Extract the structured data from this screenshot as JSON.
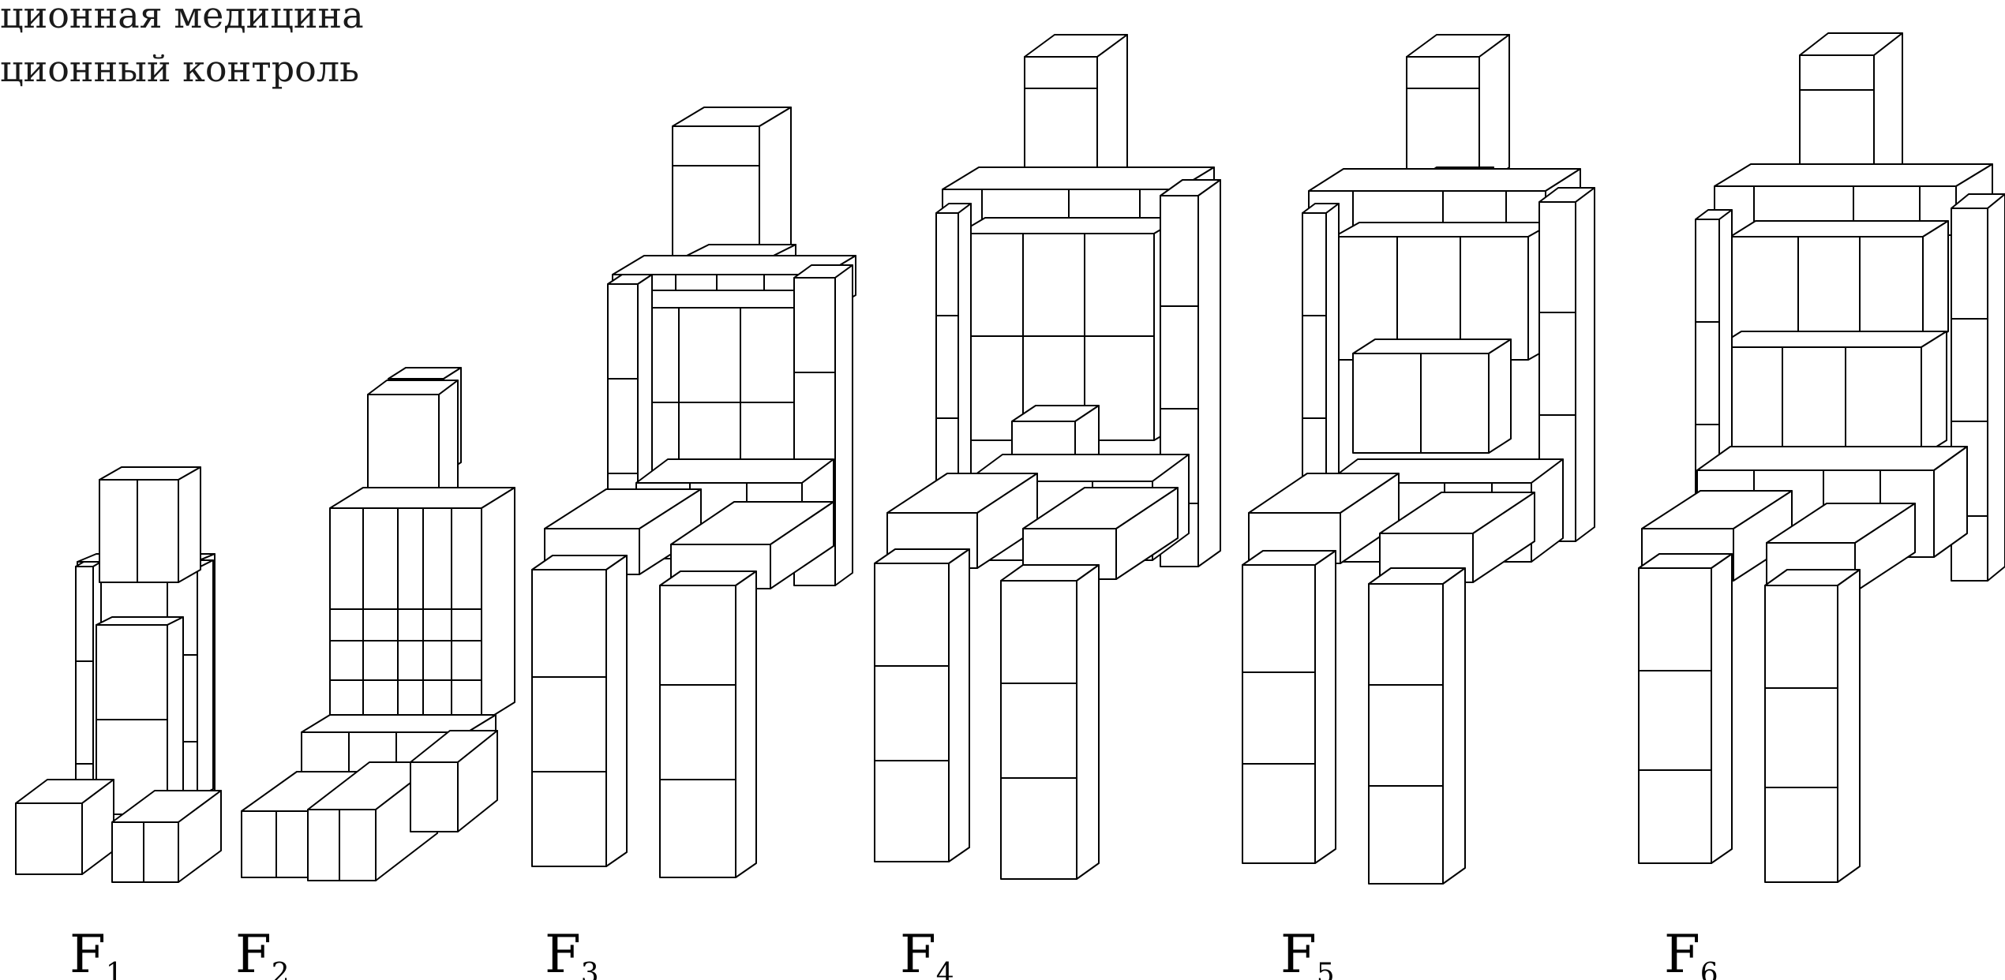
{
  "header": {
    "line1": "ционная медицина",
    "line2": "ционный контроль"
  },
  "figures": [
    {
      "main": "F",
      "sub": "1"
    },
    {
      "main": "F",
      "sub": "2"
    },
    {
      "main": "F",
      "sub": "3"
    },
    {
      "main": "F",
      "sub": "4"
    },
    {
      "main": "F",
      "sub": "5"
    },
    {
      "main": "F",
      "sub": "6"
    }
  ],
  "style": {
    "stroke": "#000000",
    "fill": "#ffffff",
    "background": "#ffffff"
  }
}
